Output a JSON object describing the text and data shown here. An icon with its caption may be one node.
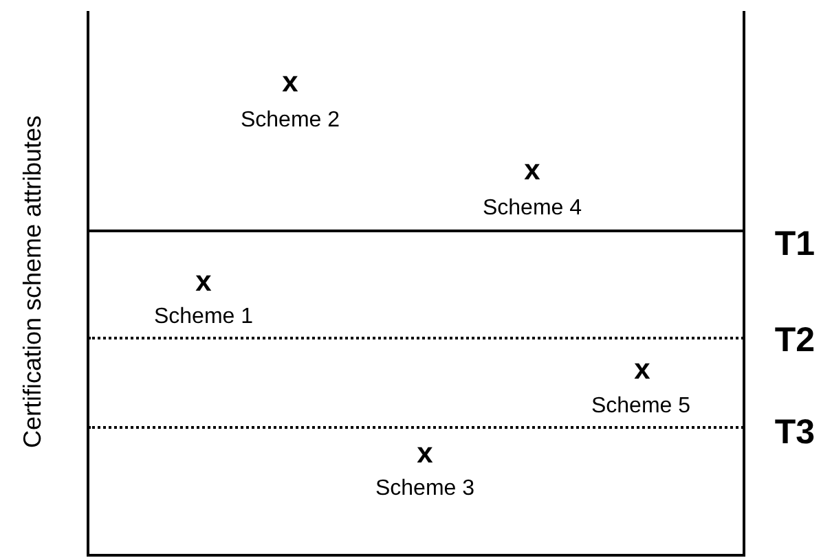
{
  "diagram": {
    "labels": [
      "Certification scheme attributes",
      "x",
      "Scheme 2",
      "x",
      "Scheme 4",
      "T1",
      "x",
      "Scheme 1",
      "T2",
      "x",
      "Scheme 5",
      "T3",
      "x",
      "Scheme 3"
    ]
  }
}
